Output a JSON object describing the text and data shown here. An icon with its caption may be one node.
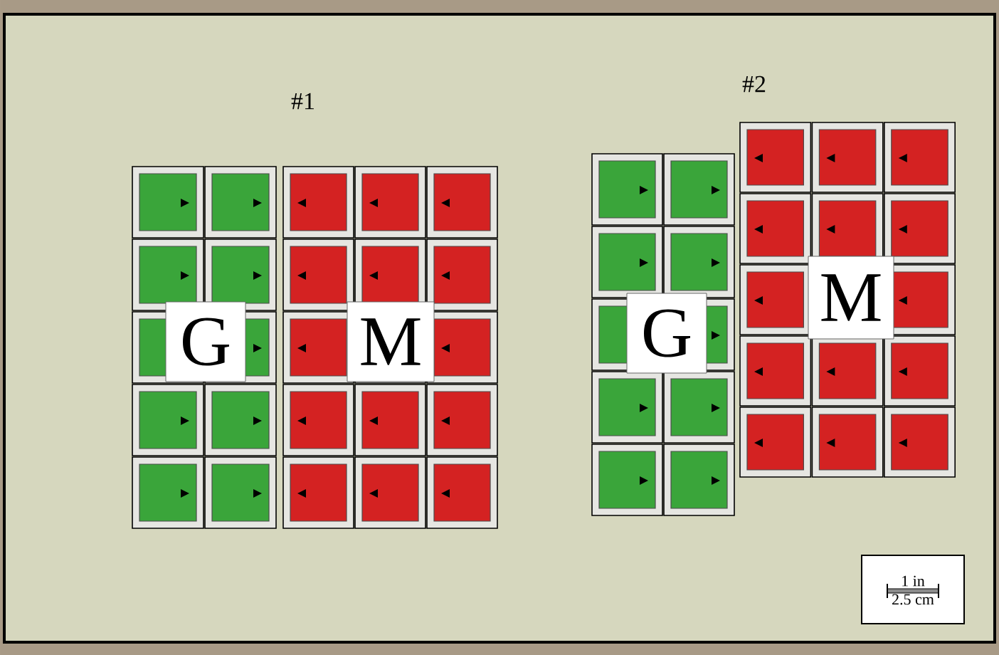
{
  "diagram": {
    "nodes": [
      {
        "text": [
          "G"
        ]
      },
      {
        "text": [
          "M"
        ]
      },
      {
        "text": [
          "G"
        ]
      },
      {
        "text": [
          "M"
        ]
      },
      {
        "text": [
          "1 in",
          "2.5 cm"
        ]
      }
    ],
    "labels": [
      "#1",
      "#2"
    ]
  }
}
